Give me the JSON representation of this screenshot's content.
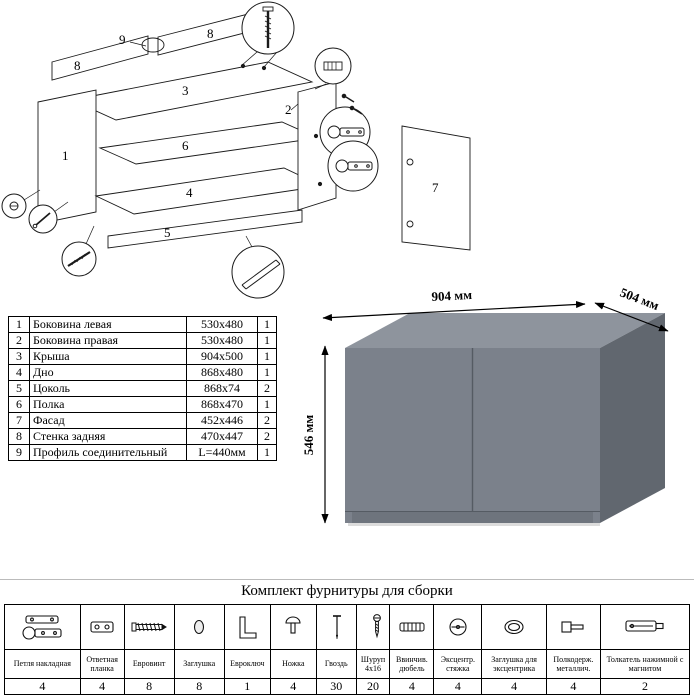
{
  "exploded": {
    "labels": {
      "n1": "1",
      "n2": "2",
      "n3": "3",
      "n4": "4",
      "n5": "5",
      "n6": "6",
      "n7": "7",
      "n8a": "8",
      "n8b": "8",
      "n9": "9"
    }
  },
  "parts_table": {
    "rows": [
      {
        "num": "1",
        "name": "Боковина левая",
        "size": "530x480",
        "qty": "1"
      },
      {
        "num": "2",
        "name": "Боковина правая",
        "size": "530x480",
        "qty": "1"
      },
      {
        "num": "3",
        "name": "Крыша",
        "size": "904x500",
        "qty": "1"
      },
      {
        "num": "4",
        "name": "Дно",
        "size": "868x480",
        "qty": "1"
      },
      {
        "num": "5",
        "name": "Цоколь",
        "size": "868x74",
        "qty": "2"
      },
      {
        "num": "6",
        "name": "Полка",
        "size": "868x470",
        "qty": "1"
      },
      {
        "num": "7",
        "name": "Фасад",
        "size": "452x446",
        "qty": "2"
      },
      {
        "num": "8",
        "name": "Стенка задняя",
        "size": "470x447",
        "qty": "2"
      },
      {
        "num": "9",
        "name": "Профиль соединительный",
        "size": "L=440мм",
        "qty": "1"
      }
    ]
  },
  "cabinet": {
    "dim_width": "904 мм",
    "dim_depth": "504 мм",
    "dim_height": "546 мм",
    "colors": {
      "top": "#8e949d",
      "front": "#7b818b",
      "side": "#61676f",
      "plinth": "#6e747d",
      "seam": "#555b63"
    }
  },
  "hardware": {
    "title": "Комплект фурнитуры для сборки",
    "items": [
      {
        "name": "Петля накладная",
        "qty": "4"
      },
      {
        "name": "Ответная планка",
        "qty": "4"
      },
      {
        "name": "Евровинт",
        "qty": "8"
      },
      {
        "name": "Заглушка",
        "qty": "8"
      },
      {
        "name": "Евроключ",
        "qty": "1"
      },
      {
        "name": "Ножка",
        "qty": "4"
      },
      {
        "name": "Гвоздь",
        "qty": "30"
      },
      {
        "name": "Шуруп 4x16",
        "qty": "20"
      },
      {
        "name": "Ввинчив. дюбель",
        "qty": "4"
      },
      {
        "name": "Эксцентр. стяжка",
        "qty": "4"
      },
      {
        "name": "Заглушка для эксцентрика",
        "qty": "4"
      },
      {
        "name": "Полкодерж. металлич.",
        "qty": "4"
      },
      {
        "name": "Толкатель нажимной с магнитом",
        "qty": "2"
      }
    ]
  }
}
